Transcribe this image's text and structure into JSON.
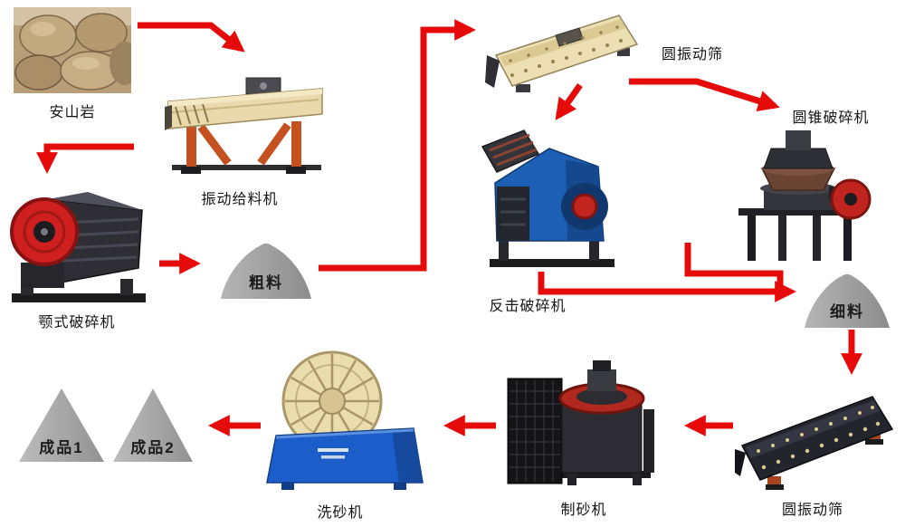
{
  "colors": {
    "arrow_red": "#e60b0b",
    "machine_cream": "#ecdfb4",
    "machine_blue": "#1d5fb5",
    "machine_dark": "#26262b",
    "pile_gray": "#9c9c9c",
    "background": "#ffffff"
  },
  "nodes": {
    "andesite": {
      "label": "安山岩",
      "type": "raw-material-photo"
    },
    "vibrating_feeder": {
      "label": "振动给料机",
      "type": "machine"
    },
    "jaw_crusher": {
      "label": "颚式破碎机",
      "type": "machine"
    },
    "coarse_material": {
      "label": "粗料",
      "type": "stockpile"
    },
    "vibrating_screen_top": {
      "label": "圆振动筛",
      "type": "machine"
    },
    "impact_crusher": {
      "label": "反击破碎机",
      "type": "machine"
    },
    "cone_crusher": {
      "label": "圆锥破碎机",
      "type": "machine"
    },
    "fine_material": {
      "label": "细料",
      "type": "stockpile"
    },
    "vibrating_screen_bottom": {
      "label": "圆振动筛",
      "type": "machine"
    },
    "sand_making_machine": {
      "label": "制砂机",
      "type": "machine"
    },
    "sand_washing_machine": {
      "label": "洗砂机",
      "type": "machine"
    },
    "product_1": {
      "label": "成品1",
      "type": "stockpile"
    },
    "product_2": {
      "label": "成品2",
      "type": "stockpile"
    }
  },
  "edges": [
    {
      "from": "andesite",
      "to": "vibrating_feeder"
    },
    {
      "from": "vibrating_feeder",
      "to": "jaw_crusher"
    },
    {
      "from": "jaw_crusher",
      "to": "coarse_material"
    },
    {
      "from": "coarse_material",
      "to": "vibrating_screen_top"
    },
    {
      "from": "vibrating_screen_top",
      "to": "impact_crusher"
    },
    {
      "from": "vibrating_screen_top",
      "to": "cone_crusher"
    },
    {
      "from": "impact_crusher",
      "to": "fine_material"
    },
    {
      "from": "cone_crusher",
      "to": "fine_material"
    },
    {
      "from": "fine_material",
      "to": "vibrating_screen_bottom"
    },
    {
      "from": "vibrating_screen_bottom",
      "to": "sand_making_machine"
    },
    {
      "from": "sand_making_machine",
      "to": "sand_washing_machine"
    },
    {
      "from": "sand_washing_machine",
      "to": "product_1"
    },
    {
      "from": "sand_washing_machine",
      "to": "product_2"
    }
  ]
}
